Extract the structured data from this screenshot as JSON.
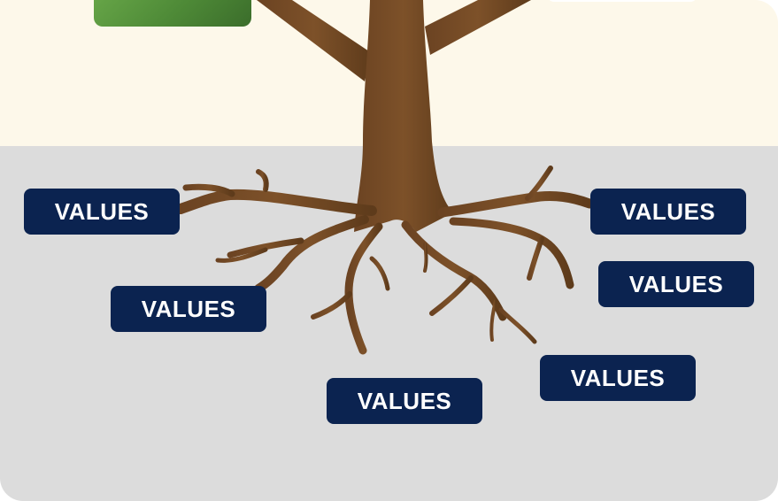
{
  "colors": {
    "sky": "#fdf8ea",
    "soil": "#dcdcdc",
    "trunk": "#7a4f27",
    "trunk_dark": "#5e3b1b",
    "label_bg": "#0b2350",
    "label_text": "#ffffff",
    "leaf_green": "#5a9a3f"
  },
  "labels": [
    {
      "text": "VALUES"
    },
    {
      "text": "VALUES"
    },
    {
      "text": "VALUES"
    },
    {
      "text": "VALUES"
    },
    {
      "text": "VALUES"
    },
    {
      "text": "VALUES"
    }
  ]
}
